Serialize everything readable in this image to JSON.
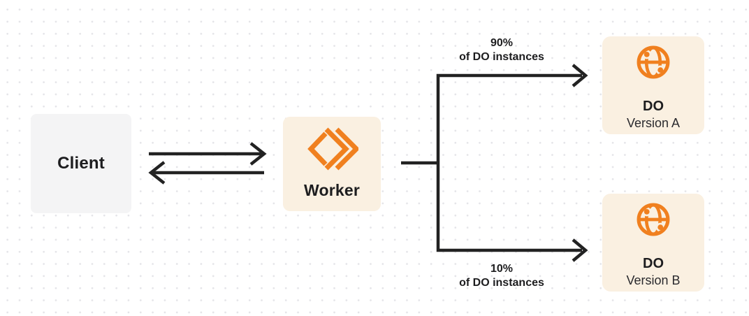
{
  "diagram": {
    "client": {
      "label": "Client"
    },
    "worker": {
      "label": "Worker"
    },
    "do_version_a": {
      "title": "DO",
      "subtitle": "Version A"
    },
    "do_version_b": {
      "title": "DO",
      "subtitle": "Version B"
    },
    "branch_a_label": {
      "line1": "90%",
      "line2": "of DO instances"
    },
    "branch_b_label": {
      "line1": "10%",
      "line2": "of DO instances"
    }
  },
  "colors": {
    "accent_orange": "#F0801F",
    "cream_node_bg": "#FAF0E1",
    "gray_node_bg": "#F4F4F5",
    "line_color": "#222222",
    "text_color": "#1D1D1F",
    "subtext_color": "#2A2A2E",
    "dot_grid_color": "#E4E4E8"
  }
}
